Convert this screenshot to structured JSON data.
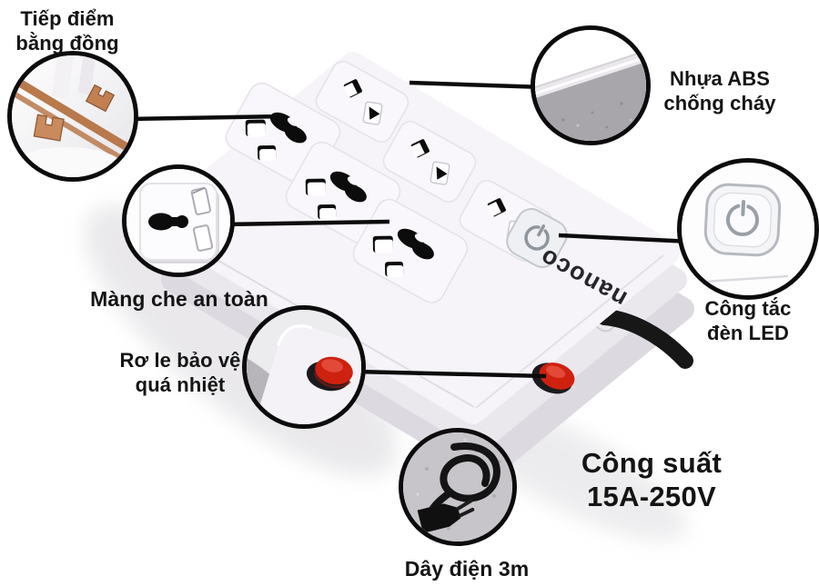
{
  "callouts": {
    "copper_contacts": {
      "line1": "Tiếp điểm",
      "line2": "bằng đồng"
    },
    "abs_plastic": {
      "line1": "Nhựa ABS",
      "line2": "chống cháy"
    },
    "safety_cover": {
      "label": "Màng che an toàn"
    },
    "thermal_relay": {
      "line1": "Rơ le bảo vệ",
      "line2": "quá nhiệt"
    },
    "led_switch": {
      "line1": "Công tắc",
      "line2": "đèn LED"
    },
    "power_rating": {
      "line1": "Công suất",
      "line2": "15A-250V"
    },
    "power_cord": {
      "label": "Dây điện 3m"
    }
  },
  "product": {
    "brand": "nanoco"
  },
  "colors": {
    "callout_line": "#0c0c0c",
    "label_text": "#141414",
    "red_button": "#ce2110",
    "copper": "#b8794d",
    "product_body": "#f6f4f8"
  }
}
